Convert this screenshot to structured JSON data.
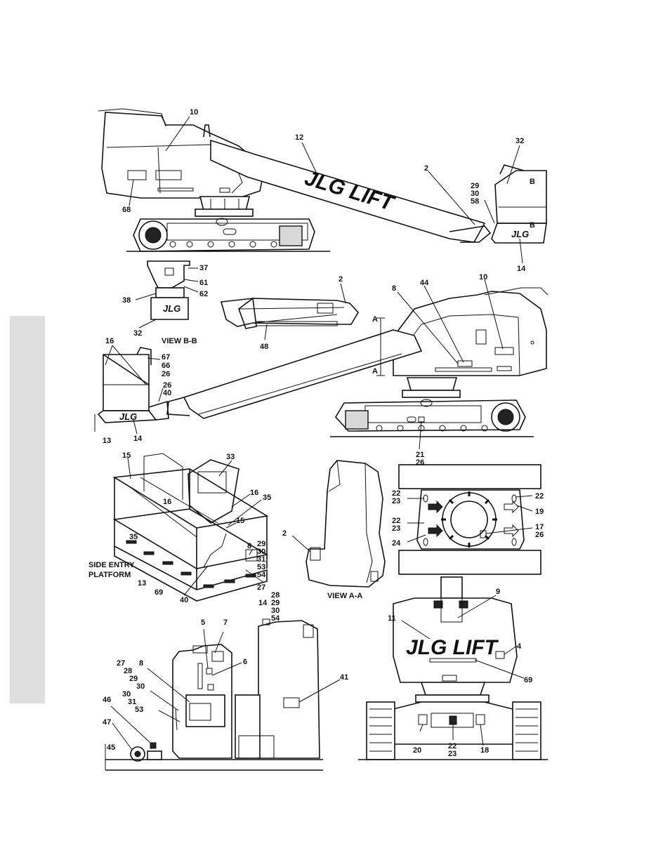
{
  "diagram": {
    "brand_large": "JLG LIFT",
    "brand_small": "JLG",
    "views": {
      "vbb": "VIEW B-B",
      "vaa": "VIEW A-A",
      "side_entry_1": "SIDE ENTRY",
      "side_entry_2": "PLATFORM"
    },
    "section_marks": {
      "a": "A",
      "b": "B"
    },
    "callouts": {
      "c10a": "10",
      "c12": "12",
      "c32a": "32",
      "c2a": "2",
      "c29a": "29",
      "c30a": "30",
      "c58": "58",
      "c68": "68",
      "c14a": "14",
      "c37": "37",
      "c61": "61",
      "c62": "62",
      "c38": "38",
      "c32b": "32",
      "c2b": "2",
      "c48": "48",
      "c8a": "8",
      "c44": "44",
      "c10b": "10",
      "c16a": "16",
      "c67": "67",
      "c66": "66",
      "c26a": "26",
      "c26b": "26",
      "c40a": "40",
      "c13a": "13",
      "c14b": "14",
      "c21": "21",
      "c26c": "26",
      "c15a": "15",
      "c33": "33",
      "c16b": "16",
      "c16c": "16",
      "c35a": "35",
      "c15b": "15",
      "c35b": "35",
      "c8b": "8",
      "c29b": "29",
      "c30b": "30",
      "c31a": "31",
      "c53a": "53",
      "c54a": "54",
      "c27a": "27",
      "c28a": "28",
      "c29c": "29",
      "c30c": "30",
      "c54b": "54",
      "c13b": "13",
      "c69a": "69",
      "c40b": "40",
      "c14c": "14",
      "c2c": "2",
      "c22a": "22",
      "c23a": "23",
      "c22b": "22",
      "c19": "19",
      "c22c": "22",
      "c23b": "23",
      "c24": "24",
      "c17": "17",
      "c26d": "26",
      "c9": "9",
      "c11": "11",
      "c4": "4",
      "c69b": "69",
      "c20": "20",
      "c22d": "22",
      "c23c": "23",
      "c18": "18",
      "c5": "5",
      "c7": "7",
      "c6": "6",
      "c41": "41",
      "c27b": "27",
      "c28b": "28",
      "c29d": "29",
      "c30d": "30",
      "c8c": "8",
      "c30e": "30",
      "c31b": "31",
      "c46": "46",
      "c53b": "53",
      "c47": "47",
      "c45": "45"
    }
  }
}
